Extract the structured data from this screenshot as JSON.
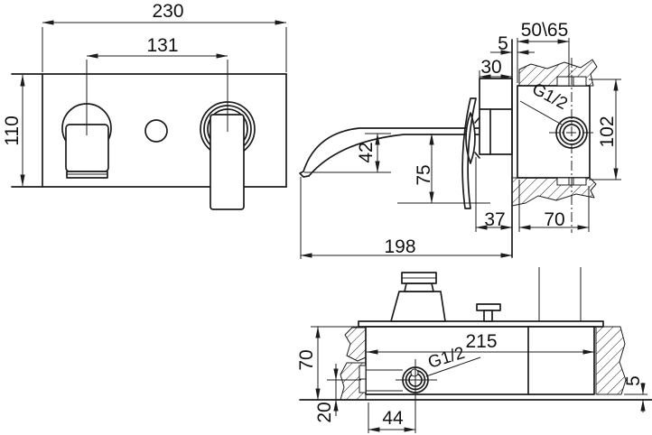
{
  "colors": {
    "background": "#ffffff",
    "line": "#1c1c1c"
  },
  "views": {
    "front": {
      "label_width": "230",
      "label_hole_centers": "131",
      "label_height": "110"
    },
    "side": {
      "label_wall_hole": "50\\65",
      "label_gap": "5",
      "label_escutcheon_depth": "30",
      "label_thread": "G1/2",
      "label_port_spacing": "102",
      "label_spout_drop": "42",
      "label_spout_clearance": "75",
      "label_trim_depth": "37",
      "label_body_depth": "70",
      "label_spout_reach": "198"
    },
    "plan": {
      "label_body_width": "215",
      "label_body_depth": "70",
      "label_outlet_to_wall": "20",
      "label_outlet_offset": "44",
      "label_recess": "5",
      "label_thread": "G1/2"
    }
  }
}
